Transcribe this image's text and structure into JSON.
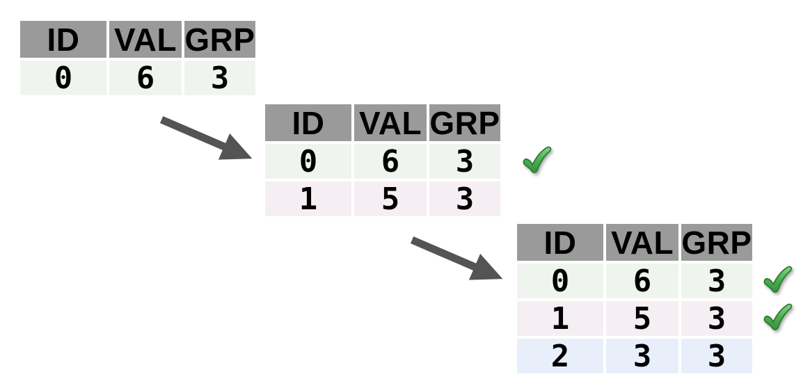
{
  "colors": {
    "header_bg": "#9a9a9a",
    "row_green": "#eff5ee",
    "row_pink": "#f5eef2",
    "row_blue": "#e9effa",
    "arrow": "#545454",
    "check_light": "#8bd48e",
    "check_mid": "#4caf50",
    "check_dark": "#35913f",
    "check_outline": "#2e7d32",
    "text": "#000000"
  },
  "tables": [
    {
      "step": 1,
      "headers": [
        "ID",
        "VAL",
        "GRP"
      ],
      "rows": [
        {
          "cells": [
            "0",
            "6",
            "3"
          ],
          "row_color": "row_green",
          "checked": false
        }
      ]
    },
    {
      "step": 2,
      "headers": [
        "ID",
        "VAL",
        "GRP"
      ],
      "rows": [
        {
          "cells": [
            "0",
            "6",
            "3"
          ],
          "row_color": "row_green",
          "checked": true
        },
        {
          "cells": [
            "1",
            "5",
            "3"
          ],
          "row_color": "row_pink",
          "checked": false
        }
      ]
    },
    {
      "step": 3,
      "headers": [
        "ID",
        "VAL",
        "GRP"
      ],
      "rows": [
        {
          "cells": [
            "0",
            "6",
            "3"
          ],
          "row_color": "row_green",
          "checked": true
        },
        {
          "cells": [
            "1",
            "5",
            "3"
          ],
          "row_color": "row_pink",
          "checked": true
        },
        {
          "cells": [
            "2",
            "3",
            "3"
          ],
          "row_color": "row_blue",
          "checked": false
        }
      ]
    }
  ],
  "icons": {
    "checkmark": "green-check-mark",
    "arrow": "dark-gray-diagonal-arrow"
  }
}
